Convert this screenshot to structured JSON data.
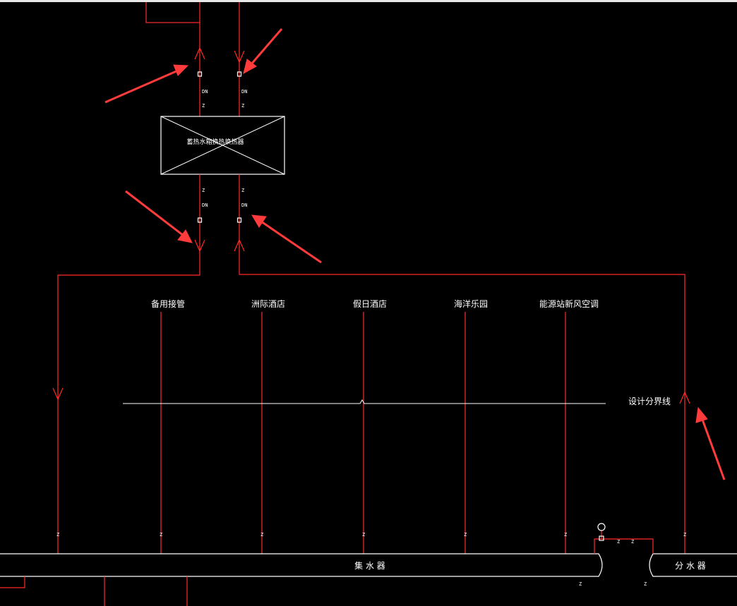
{
  "colors": {
    "background": "#000000",
    "pipe": "#ff2a2a",
    "outline": "#ffffff",
    "annotation_arrow": "#ff3b3b"
  },
  "heat_exchanger": {
    "label": "蓄热水箱换热换热器"
  },
  "branches": [
    {
      "label": "备用接管"
    },
    {
      "label": "洲际酒店"
    },
    {
      "label": "假日酒店"
    },
    {
      "label": "海洋乐园"
    },
    {
      "label": "能源站新风空调"
    }
  ],
  "boundary": {
    "label": "设计分界线"
  },
  "headers": {
    "collector_label": "集 水 器",
    "distributor_label": "分 水 器"
  },
  "pipe_tags": {
    "dn": "DN",
    "z": "Z"
  }
}
